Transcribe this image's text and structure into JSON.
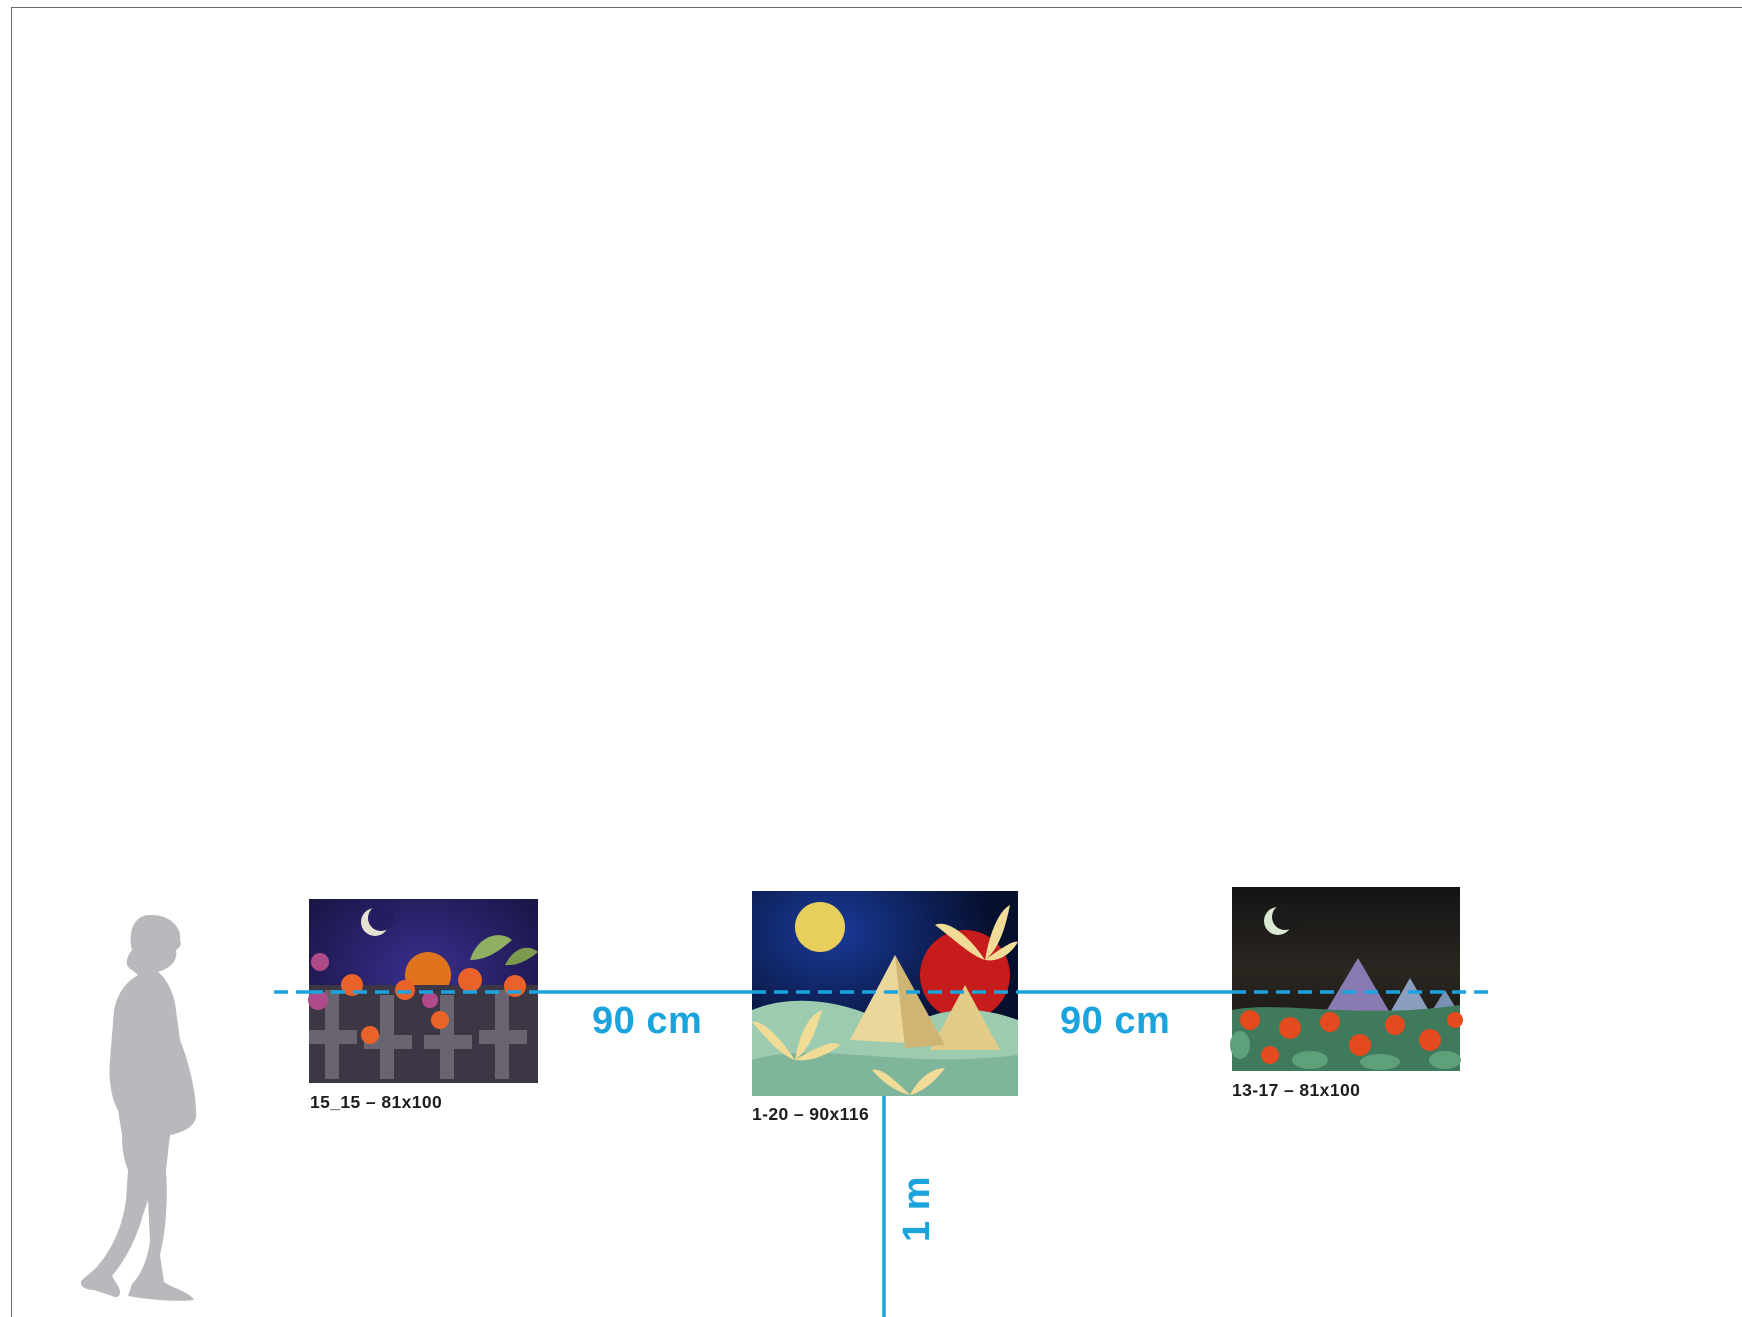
{
  "paintings": [
    {
      "caption": "15_15 – 81x100"
    },
    {
      "caption": "1-20 – 90x116"
    },
    {
      "caption": "13-17 – 81x100"
    }
  ],
  "dimensions": {
    "gap_left": "90 cm",
    "gap_right": "90 cm",
    "height_from_floor": "1 m"
  },
  "colors": {
    "measure_line": "#1aa3dc",
    "silhouette": "#b8b9bc",
    "caption_text": "#1e1e1e"
  },
  "icons": [
    "person-silhouette-icon"
  ]
}
